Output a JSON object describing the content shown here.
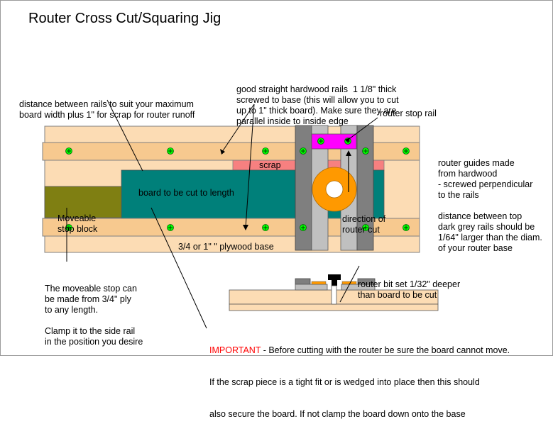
{
  "title": "Router Cross Cut/Squaring Jig",
  "labels": {
    "rail_distance": [
      "distance between rails to suit your maximum",
      "board width plus 1\" for scrap for router runoff"
    ],
    "hardwood_rails": [
      "good straight hardwood rails  1 1/8\" thick",
      "screwed to base (this will allow you to cut",
      "up to 1\" thick board). Make sure they are",
      "parallel inside to inside edge"
    ],
    "router_stop_rail": "router stop rail",
    "router_guides": [
      "router guides made",
      "from hardwood",
      "- screwed perpendicular",
      "to the rails",
      "",
      "distance between top",
      "dark grey rails should be",
      "1/64\" larger than the diam.",
      "of your router base"
    ],
    "scrap": "scrap",
    "board": "board to be cut to length",
    "moveable_stop": [
      "Moveable",
      "stop block"
    ],
    "direction": [
      "direction of",
      "router cut"
    ],
    "plywood_base": "3/4 or 1\" \" plywood base",
    "stop_note": [
      "The moveable stop can",
      "be made from 3/4\" ply",
      "to any length.",
      "",
      "Clamp it to the side rail",
      "in the position you desire"
    ],
    "router_bit": [
      "router bit set 1/32\" deeper",
      "than board to be cut"
    ],
    "important_word": "IMPORTANT",
    "important_text": [
      " - Before cutting with the router be sure the board cannot move.",
      "If the scrap piece is a tight fit or is wedged into place then this should",
      "also secure the board. If not clamp the board down onto the base"
    ]
  },
  "colors": {
    "base": "#fcdcb4",
    "rail": "#f7c98f",
    "board": "#00807a",
    "stop_block": "#7f7f12",
    "scrap": "#f78080",
    "guide_dark": "#7f7f7f",
    "guide_light": "#c0c0c0",
    "stop_rail": "#ff00ff",
    "router_ring": "#ff9900",
    "screw": "#00ff00",
    "important": "#ff0000"
  }
}
